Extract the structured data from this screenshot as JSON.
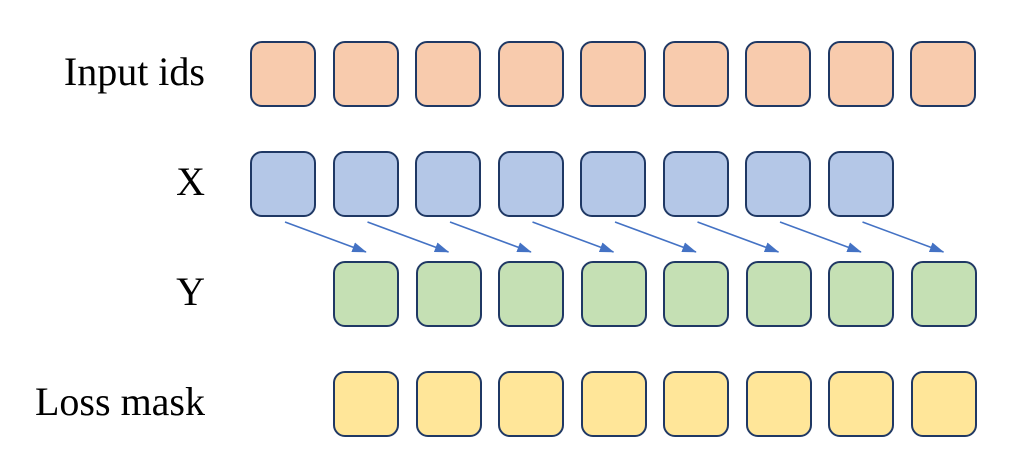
{
  "diagram": {
    "rows": [
      {
        "id": "input-ids",
        "label": "Input ids",
        "count": 9,
        "fill": "#F8CBAD",
        "border": "#1F3864",
        "col_offset": 0
      },
      {
        "id": "x",
        "label": "X",
        "count": 8,
        "fill": "#B4C7E7",
        "border": "#1F3864",
        "col_offset": 0
      },
      {
        "id": "y",
        "label": "Y",
        "count": 8,
        "fill": "#C5E0B4",
        "border": "#1F3864",
        "col_offset": 1
      },
      {
        "id": "loss-mask",
        "label": "Loss mask",
        "count": 8,
        "fill": "#FFE699",
        "border": "#1F3864",
        "col_offset": 1
      }
    ],
    "arrows": {
      "count": 8,
      "color": "#4472C4",
      "from_row": "x",
      "to_row": "y"
    }
  }
}
